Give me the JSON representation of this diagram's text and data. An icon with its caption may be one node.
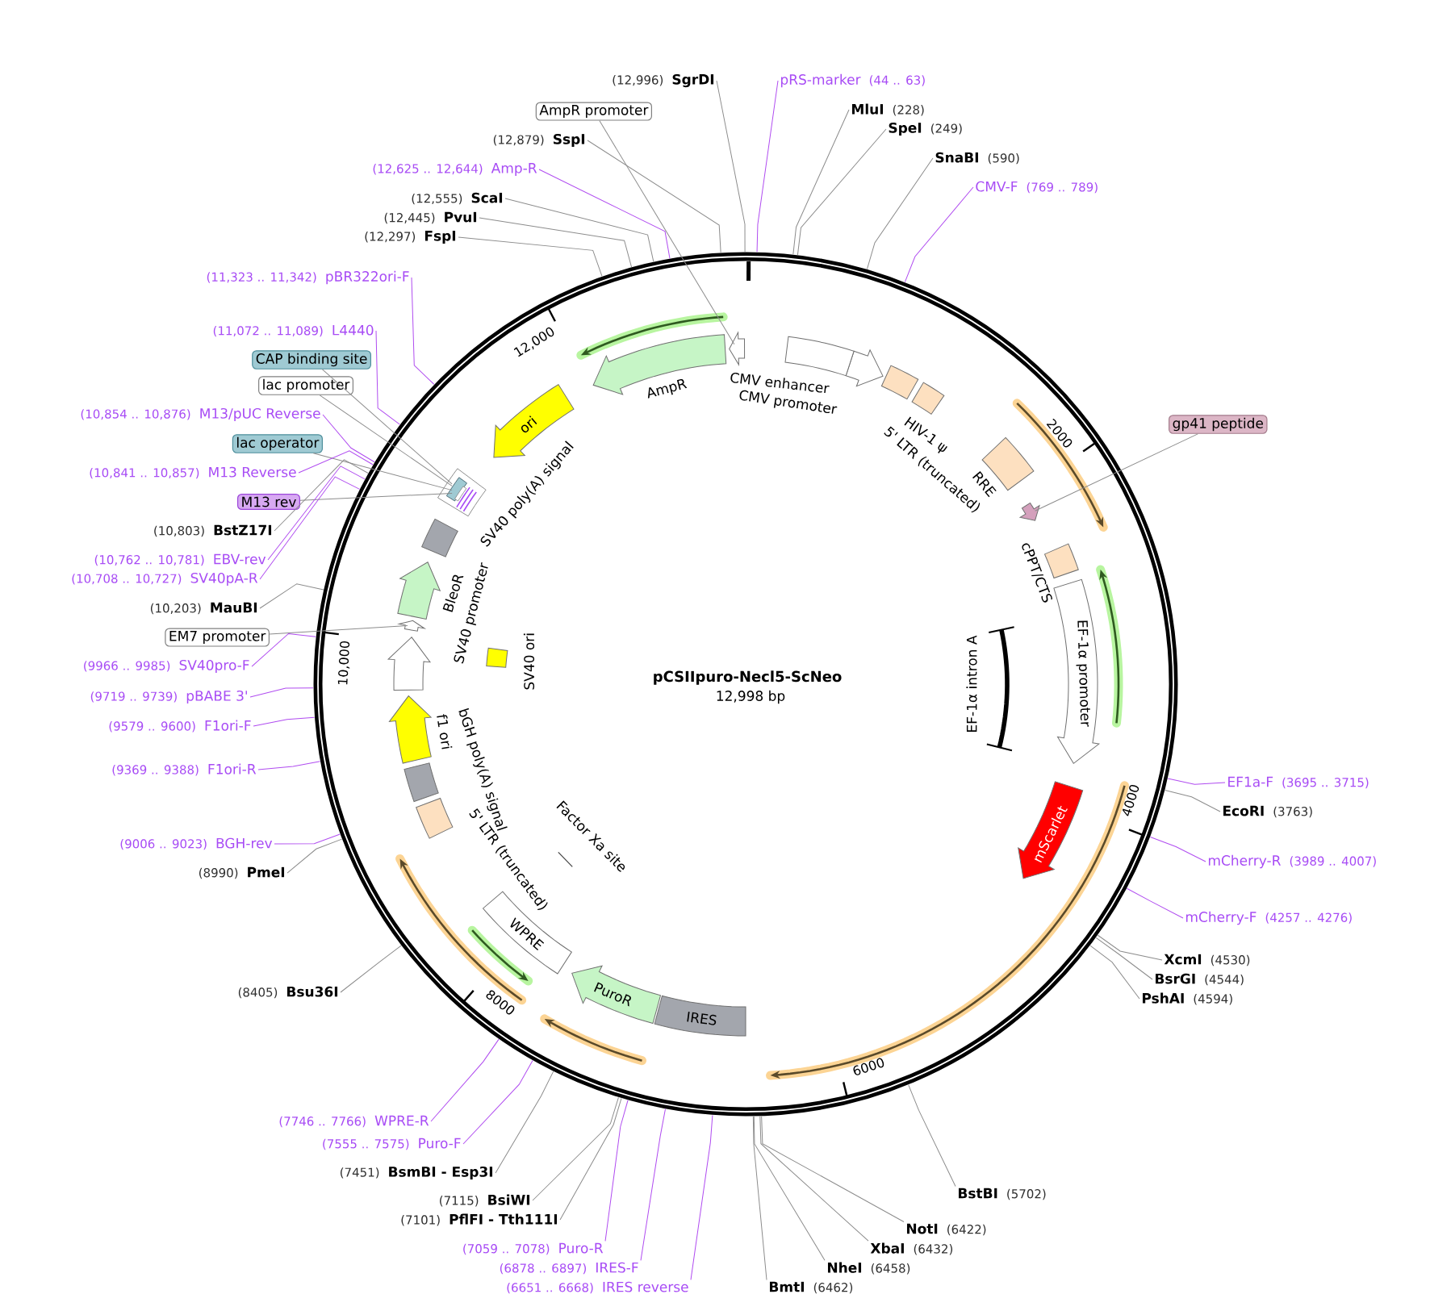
{
  "diagram": {
    "title": "pCSIIpuro-Necl5-ScNeo",
    "nodes": [
      {
        "text": [
          "(12,996)",
          "SgrDI"
        ]
      },
      {
        "text": [
          "AmpR promoter"
        ]
      },
      {
        "text": [
          "(12,879)",
          "SspI"
        ]
      },
      {
        "text": [
          "(12,625 .. 12,644)",
          "Amp-R"
        ]
      },
      {
        "text": [
          "(12,555)",
          "ScaI"
        ]
      },
      {
        "text": [
          "(12,445)",
          "PvuI"
        ]
      },
      {
        "text": [
          "(12,297)",
          "FspI"
        ]
      },
      {
        "text": [
          "(11,323 .. 11,342)",
          "pBR322ori-F"
        ]
      },
      {
        "text": [
          "(11,072 .. 11,089)",
          "L4440"
        ]
      },
      {
        "text": [
          "CAP binding site"
        ]
      },
      {
        "text": [
          "lac promoter"
        ]
      },
      {
        "text": [
          "(10,854 .. 10,876)",
          "M13/pUC Reverse"
        ]
      },
      {
        "text": [
          "lac operator"
        ]
      },
      {
        "text": [
          "(10,841 .. 10,857)",
          "M13 Reverse"
        ]
      },
      {
        "text": [
          "M13 rev"
        ]
      },
      {
        "text": [
          "(10,803)",
          "BstZ17I"
        ]
      },
      {
        "text": [
          "(10,762 .. 10,781)",
          "EBV-rev"
        ]
      },
      {
        "text": [
          "(10,708 .. 10,727)",
          "SV40pA-R"
        ]
      },
      {
        "text": [
          "(10,203)",
          "MauBI"
        ]
      },
      {
        "text": [
          "EM7 promoter"
        ]
      },
      {
        "text": [
          "(9966 .. 9985)",
          "SV40pro-F"
        ]
      },
      {
        "text": [
          "(9719 .. 9739)",
          "pBABE 3'"
        ]
      },
      {
        "text": [
          "(9579 .. 9600)",
          "F1ori-F"
        ]
      },
      {
        "text": [
          "(9369 .. 9388)",
          "F1ori-R"
        ]
      },
      {
        "text": [
          "(9006 .. 9023)",
          "BGH-rev"
        ]
      },
      {
        "text": [
          "(8990)",
          "PmeI"
        ]
      },
      {
        "text": [
          "(8405)",
          "Bsu36I"
        ]
      },
      {
        "text": [
          "(7746 .. 7766)",
          "WPRE-R"
        ]
      },
      {
        "text": [
          "(7555 .. 7575)",
          "Puro-F"
        ]
      },
      {
        "text": [
          "(7451)",
          "BsmBI - Esp3I"
        ]
      },
      {
        "text": [
          "(7115)",
          "BsiWI"
        ]
      },
      {
        "text": [
          "(7101)",
          "PflFI - Tth111I"
        ]
      },
      {
        "text": [
          "(7059 .. 7078)",
          "Puro-R"
        ]
      },
      {
        "text": [
          "(6878 .. 6897)",
          "IRES-F"
        ]
      },
      {
        "text": [
          "(6651 .. 6668)",
          "IRES reverse"
        ]
      },
      {
        "text": [
          "pRS-marker",
          "(44 .. 63)"
        ]
      },
      {
        "text": [
          "MluI",
          "(228)"
        ]
      },
      {
        "text": [
          "SpeI",
          "(249)"
        ]
      },
      {
        "text": [
          "SnaBI",
          "(590)"
        ]
      },
      {
        "text": [
          "CMV-F",
          "(769 .. 789)"
        ]
      },
      {
        "text": [
          "gp41 peptide"
        ]
      },
      {
        "text": [
          "EF1a-F",
          "(3695 .. 3715)"
        ]
      },
      {
        "text": [
          "EcoRI",
          "(3763)"
        ]
      },
      {
        "text": [
          "mCherry-R",
          "(3989 .. 4007)"
        ]
      },
      {
        "text": [
          "mCherry-F",
          "(4257 .. 4276)"
        ]
      },
      {
        "text": [
          "XcmI",
          "(4530)"
        ]
      },
      {
        "text": [
          "BsrGI",
          "(4544)"
        ]
      },
      {
        "text": [
          "PshAI",
          "(4594)"
        ]
      },
      {
        "text": [
          "BstBI",
          "(5702)"
        ]
      },
      {
        "text": [
          "NotI",
          "(6422)"
        ]
      },
      {
        "text": [
          "XbaI",
          "(6432)"
        ]
      },
      {
        "text": [
          "NheI",
          "(6458)"
        ]
      },
      {
        "text": [
          "BmtI",
          "(6462)"
        ]
      },
      {
        "text": [],
        "shape": "arrow"
      },
      {
        "text": [],
        "shape": "arrow"
      },
      {
        "text": [
          "ori"
        ]
      },
      {
        "text": [],
        "shape": "box"
      },
      {
        "text": [],
        "shape": "arrow"
      },
      {
        "text": [],
        "shape": "arrow"
      },
      {
        "text": [],
        "shape": "arrow"
      },
      {
        "text": [],
        "shape": "box"
      },
      {
        "text": [],
        "shape": "arrow"
      },
      {
        "text": [],
        "shape": "box"
      },
      {
        "text": [],
        "shape": "box"
      },
      {
        "text": [
          "Factor Xa site"
        ]
      },
      {
        "text": [
          "WPRE"
        ]
      },
      {
        "text": [
          "PuroR"
        ]
      },
      {
        "text": [
          "IRES"
        ]
      },
      {
        "text": [
          "mScarlet"
        ]
      },
      {
        "text": [
          "EF-1α intron A"
        ]
      },
      {
        "text": [
          "EF-1α promoter"
        ]
      },
      {
        "text": [],
        "shape": "box"
      },
      {
        "text": [],
        "shape": "arrow"
      },
      {
        "text": [],
        "shape": "box"
      },
      {
        "text": [],
        "shape": "box"
      },
      {
        "text": [],
        "shape": "box"
      },
      {
        "text": [],
        "shape": "arrow"
      },
      {
        "text": [],
        "shape": "box"
      },
      {
        "text": [],
        "shape": "box"
      }
    ],
    "edges": [
      {
        "from": 0,
        "to": null,
        "arrow": "none"
      },
      {
        "from": 1,
        "to": 53,
        "arrow": "none"
      },
      {
        "from": 2,
        "to": null,
        "arrow": "none"
      },
      {
        "from": 3,
        "to": null,
        "arrow": "none",
        "color": "#b04cf0"
      },
      {
        "from": 4,
        "to": null,
        "arrow": "none"
      },
      {
        "from": 5,
        "to": null,
        "arrow": "none"
      },
      {
        "from": 6,
        "to": null,
        "arrow": "none"
      },
      {
        "from": 7,
        "to": null,
        "arrow": "none",
        "color": "#b04cf0"
      },
      {
        "from": 8,
        "to": null,
        "arrow": "none",
        "color": "#b04cf0"
      },
      {
        "from": 9,
        "to": 78,
        "arrow": "none"
      },
      {
        "from": 10,
        "to": 78,
        "arrow": "none"
      },
      {
        "from": 11,
        "to": null,
        "arrow": "none",
        "color": "#b04cf0"
      },
      {
        "from": 12,
        "to": 78,
        "arrow": "none"
      },
      {
        "from": 13,
        "to": null,
        "arrow": "none",
        "color": "#b04cf0"
      },
      {
        "from": 14,
        "to": 78,
        "arrow": "none"
      },
      {
        "from": 15,
        "to": null,
        "arrow": "none"
      },
      {
        "from": 16,
        "to": null,
        "arrow": "none",
        "color": "#b04cf0"
      },
      {
        "from": 17,
        "to": null,
        "arrow": "none",
        "color": "#b04cf0"
      },
      {
        "from": 18,
        "to": null,
        "arrow": "none"
      },
      {
        "from": 19,
        "to": 58,
        "arrow": "none"
      },
      {
        "from": 20,
        "to": null,
        "arrow": "none",
        "color": "#b04cf0"
      },
      {
        "from": 21,
        "to": null,
        "arrow": "none",
        "color": "#b04cf0"
      },
      {
        "from": 22,
        "to": null,
        "arrow": "none",
        "color": "#b04cf0"
      },
      {
        "from": 23,
        "to": null,
        "arrow": "none",
        "color": "#b04cf0"
      },
      {
        "from": 24,
        "to": null,
        "arrow": "none",
        "color": "#b04cf0"
      },
      {
        "from": 25,
        "to": null,
        "arrow": "none"
      },
      {
        "from": 26,
        "to": null,
        "arrow": "none"
      },
      {
        "from": 27,
        "to": null,
        "arrow": "none",
        "color": "#b04cf0"
      },
      {
        "from": 28,
        "to": null,
        "arrow": "none",
        "color": "#b04cf0"
      },
      {
        "from": 29,
        "to": null,
        "arrow": "none"
      },
      {
        "from": 30,
        "to": null,
        "arrow": "none"
      },
      {
        "from": 31,
        "to": null,
        "arrow": "none"
      },
      {
        "from": 32,
        "to": null,
        "arrow": "none",
        "color": "#b04cf0"
      },
      {
        "from": 33,
        "to": null,
        "arrow": "none",
        "color": "#b04cf0"
      },
      {
        "from": 34,
        "to": null,
        "arrow": "none",
        "color": "#b04cf0"
      },
      {
        "from": 35,
        "to": null,
        "arrow": "none",
        "color": "#b04cf0"
      },
      {
        "from": 36,
        "to": null,
        "arrow": "none"
      },
      {
        "from": 37,
        "to": null,
        "arrow": "none"
      },
      {
        "from": 38,
        "to": null,
        "arrow": "none"
      },
      {
        "from": 39,
        "to": null,
        "arrow": "none",
        "color": "#b04cf0"
      },
      {
        "from": 40,
        "to": 72,
        "arrow": "none"
      },
      {
        "from": 41,
        "to": null,
        "arrow": "none",
        "color": "#b04cf0"
      },
      {
        "from": 42,
        "to": null,
        "arrow": "none"
      },
      {
        "from": 43,
        "to": null,
        "arrow": "none",
        "color": "#b04cf0"
      },
      {
        "from": 44,
        "to": null,
        "arrow": "none",
        "color": "#b04cf0"
      },
      {
        "from": 45,
        "to": null,
        "arrow": "none"
      },
      {
        "from": 46,
        "to": null,
        "arrow": "none"
      },
      {
        "from": 47,
        "to": null,
        "arrow": "none"
      },
      {
        "from": 48,
        "to": null,
        "arrow": "none"
      },
      {
        "from": 49,
        "to": null,
        "arrow": "none"
      },
      {
        "from": 50,
        "to": null,
        "arrow": "none"
      },
      {
        "from": 51,
        "to": null,
        "arrow": "none"
      },
      {
        "from": 52,
        "to": null,
        "arrow": "none"
      }
    ],
    "labels": [
      "12,000",
      "2000",
      "10,000",
      "12,998 bp",
      "4000",
      "8000",
      "6000",
      "AmpR",
      "CMV enhancer",
      "CMV promoter",
      "HIV-1 ψ",
      "5' LTR (truncated)",
      "RRE",
      "SV40 poly(A) signal",
      "cPPT/CTS",
      "BleoR",
      "SV40 promoter",
      "SV40 ori",
      "f1 ori",
      "bGH poly(A) signal",
      "5' LTR (truncated)"
    ]
  }
}
